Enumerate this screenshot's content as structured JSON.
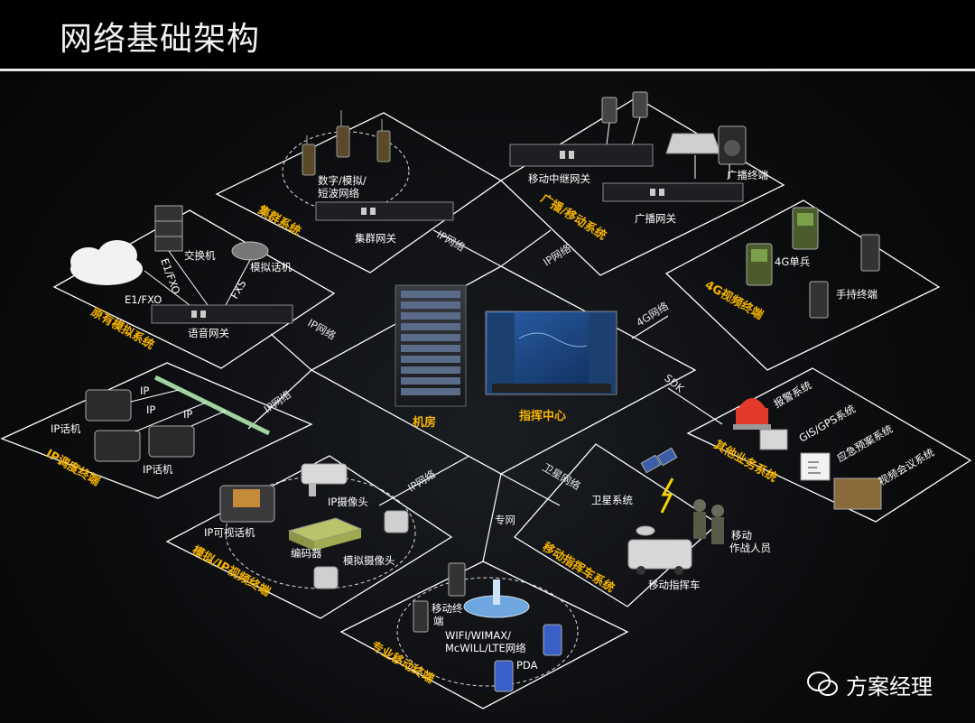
{
  "title": "网络基础架构",
  "zones": {
    "jiqun": "集群系统",
    "guangbo": "广播/移动系统",
    "yuanyou": "原有模拟系统",
    "video4g": "4G视频终端",
    "ip": "IP调度终端",
    "other": "其他业务系统",
    "analog_video": "模拟/IP视频终端",
    "mobile_cmd": "移动指挥车系统",
    "pro_mobile": "专业移动终端"
  },
  "hubs": {
    "machine_room": "机房",
    "command_center": "指挥中心"
  },
  "links": {
    "ip1": "IP网络",
    "ip2": "IP网络",
    "ip3": "IP网络",
    "ip4": "IP网络",
    "ip5": "IP网络",
    "g4": "4G网络",
    "sdk": "SDK",
    "sat": "卫星网络",
    "private": "专网"
  },
  "labels": {
    "digital_radio": "数字/模拟/",
    "short_wave": "短波网络",
    "cluster_gw": "集群网关",
    "relay_gw": "移动中继网关",
    "broadcast_term": "广播终端",
    "broadcast_gw": "广播网关",
    "switch": "交换机",
    "analog_phone": "模拟话机",
    "e1_fxo_1": "E1/FXO",
    "e1_fxo_2": "E1/FXO",
    "fxs": "FXS",
    "voice_gw": "语音网关",
    "soldier4g": "4G单兵",
    "handheld": "手持终端",
    "ip_a": "IP",
    "ip_b": "IP",
    "ip_c": "IP",
    "ip_phone_1": "IP话机",
    "ip_phone_2": "IP话机",
    "alarm": "报警系统",
    "gis": "GIS/GPS系统",
    "emergency": "应急预案系统",
    "video_conf": "视频会议系统",
    "ip_camera": "IP摄像头",
    "ip_videophone": "IP可视话机",
    "encoder": "编码器",
    "analog_camera": "模拟摄像头",
    "satellite": "卫星系统",
    "mobile_staff_1": "移动",
    "mobile_staff_2": "作战人员",
    "mobile_car": "移动指挥车",
    "mobile_term_1": "移动终",
    "mobile_term_2": "端",
    "wifi_1": "WIFI/WIMAX/",
    "wifi_2": "McWILL/LTE网络",
    "pda": "PDA"
  },
  "watermark": "方案经理",
  "colors": {
    "accent": "#f5b400",
    "line": "#ffffff",
    "background": "#0b0c0e"
  }
}
